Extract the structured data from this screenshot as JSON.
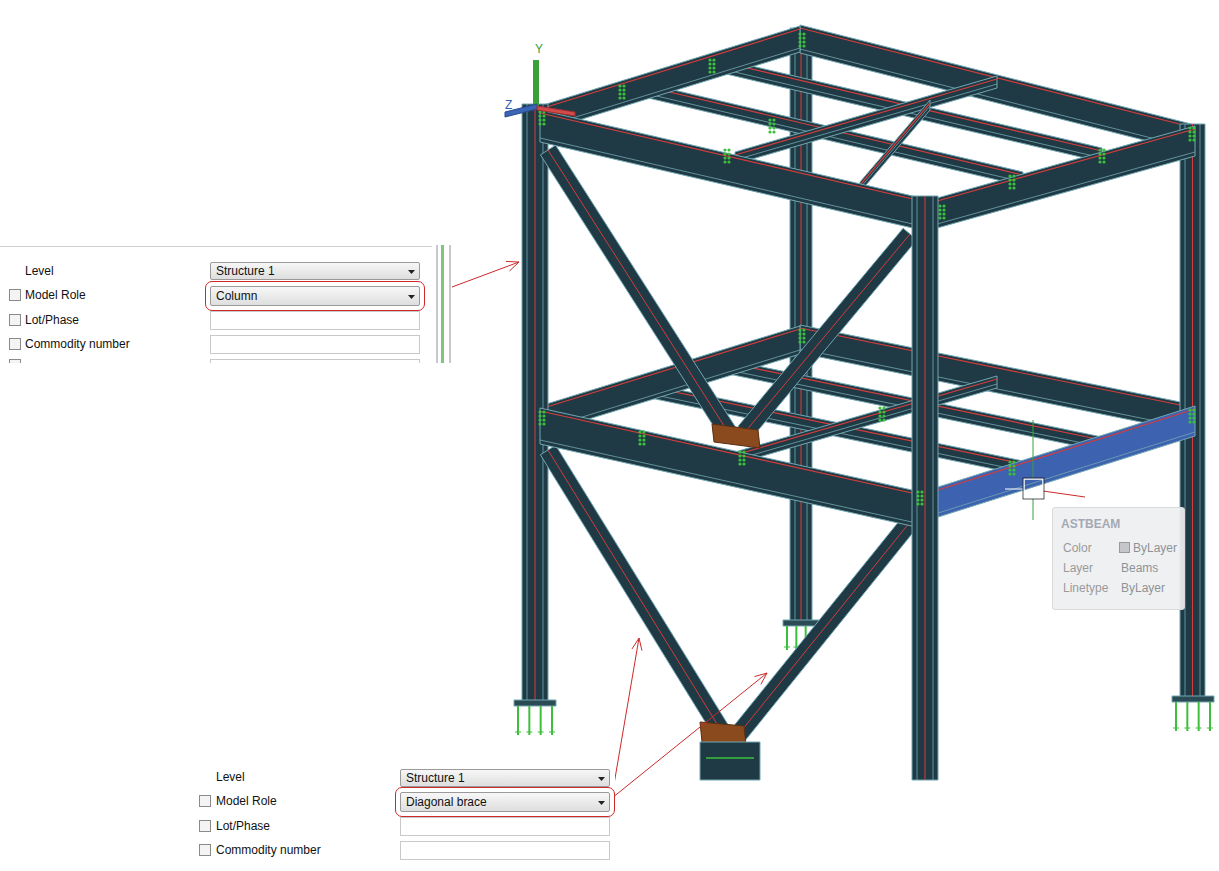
{
  "diagram": {
    "nodes": [
      {
        "text": [
          "Level",
          "Model Role",
          "Lot/Phase",
          "Commodity number"
        ]
      },
      {
        "text": [
          "Structure 1"
        ],
        "in": 0
      },
      {
        "text": [
          "Column"
        ],
        "in": 0
      },
      {
        "text": [
          "Level",
          "Model Role",
          "Lot/Phase",
          "Commodity number"
        ]
      },
      {
        "text": [
          "Structure 1"
        ],
        "in": 3
      },
      {
        "text": [
          "Diagonal brace"
        ],
        "in": 3
      },
      {
        "text": [
          "ASTBEAM",
          "Color",
          "ByLayer",
          "Layer",
          "Beams",
          "Linetype",
          "ByLayer"
        ]
      }
    ],
    "labels": [
      "Y",
      "Z"
    ]
  }
}
